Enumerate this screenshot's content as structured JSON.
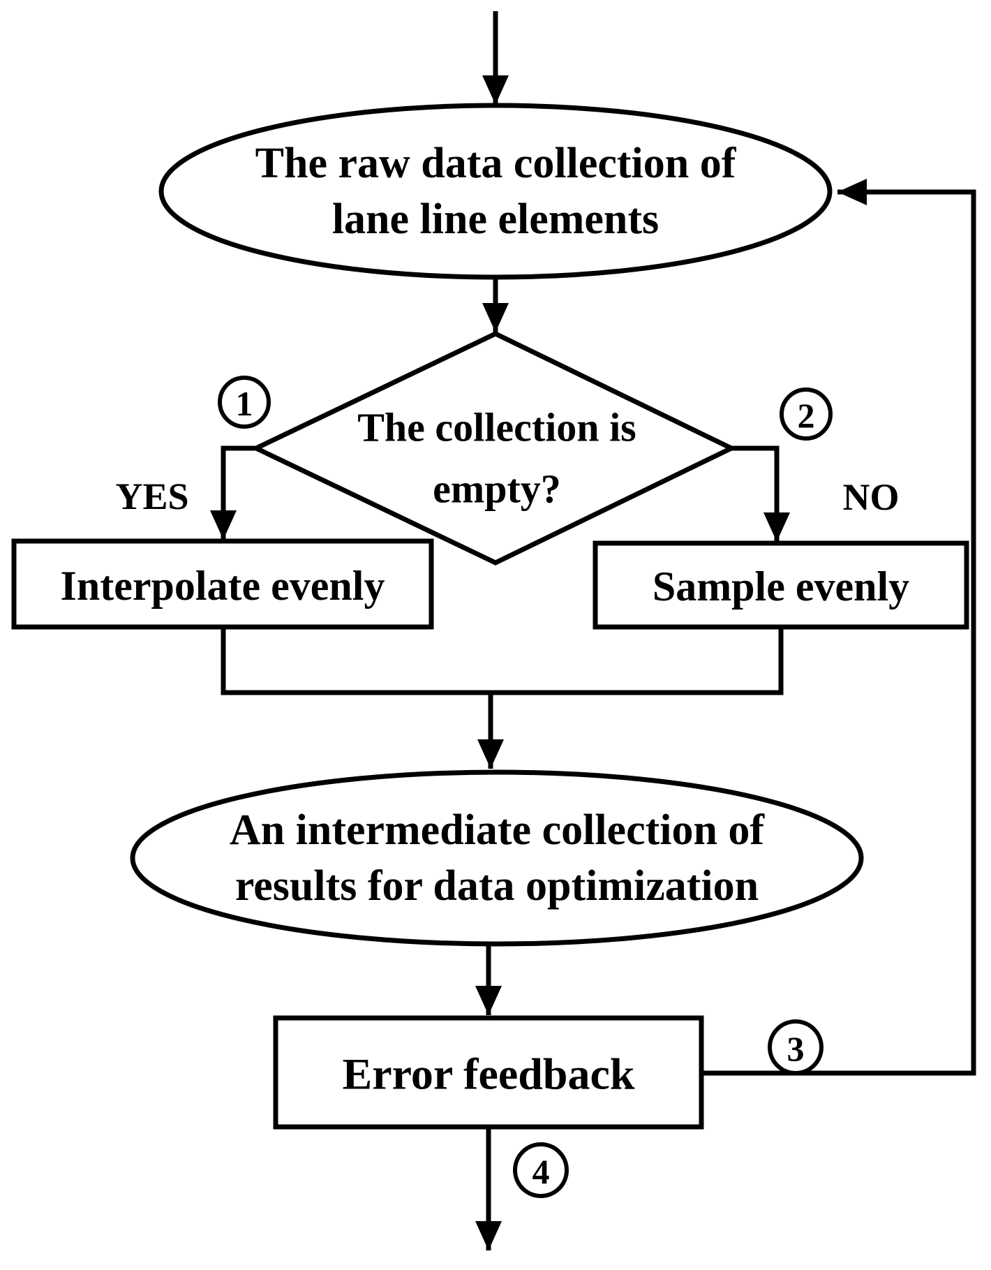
{
  "page": {
    "background_color": "#ffffff",
    "ink_color": "#000000",
    "kind": "flowchart"
  },
  "flowchart": {
    "nodes": {
      "raw_collection": {
        "type": "ellipse",
        "label": "The raw data collection of lane line elements",
        "line1": "The raw data collection of",
        "line2": "lane line elements"
      },
      "decision": {
        "type": "diamond",
        "label": "The collection is empty?",
        "line1": "The collection is",
        "line2": "empty?"
      },
      "interpolate": {
        "type": "rect",
        "label": "Interpolate evenly"
      },
      "sample": {
        "type": "rect",
        "label": "Sample evenly"
      },
      "intermediate": {
        "type": "ellipse",
        "label": "An intermediate collection of results for data optimization",
        "line1": "An intermediate collection of",
        "line2": "results for data optimization"
      },
      "error_feedback": {
        "type": "rect",
        "label": "Error feedback"
      }
    },
    "branch_labels": {
      "yes": "YES",
      "no": "NO"
    },
    "step_markers": {
      "s1": "1",
      "s2": "2",
      "s3": "3",
      "s4": "4"
    },
    "edges": [
      {
        "from": "start",
        "to": "raw_collection"
      },
      {
        "from": "raw_collection",
        "to": "decision"
      },
      {
        "from": "decision",
        "to": "interpolate",
        "branch": "YES",
        "step": "1"
      },
      {
        "from": "decision",
        "to": "sample",
        "branch": "NO",
        "step": "2"
      },
      {
        "from": "interpolate",
        "to": "intermediate"
      },
      {
        "from": "sample",
        "to": "intermediate"
      },
      {
        "from": "intermediate",
        "to": "error_feedback"
      },
      {
        "from": "error_feedback",
        "to": "raw_collection",
        "step": "3"
      },
      {
        "from": "error_feedback",
        "to": "end",
        "step": "4"
      }
    ]
  }
}
